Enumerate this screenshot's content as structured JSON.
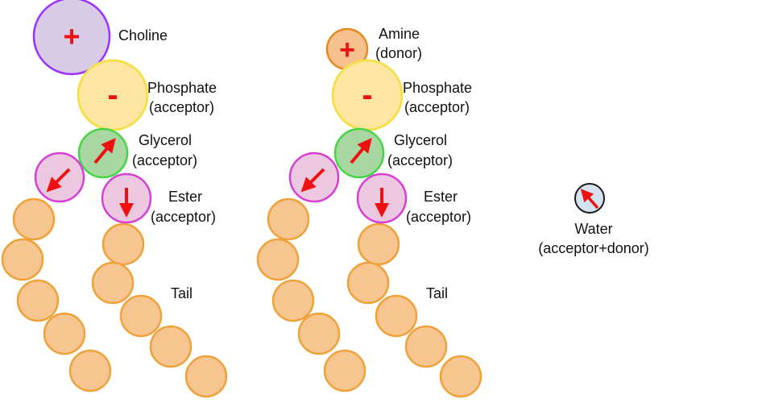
{
  "colors": {
    "choline_fill": "#d7cbe8",
    "choline_stroke": "#9b30ff",
    "amine_fill": "#f6c08f",
    "amine_stroke": "#e58a1f",
    "phosphate_fill": "#fde6a2",
    "phosphate_stroke": "#f4e04d",
    "glycerol_fill": "#a8d7a1",
    "glycerol_stroke": "#44d644",
    "ester_fill": "#ecc8e0",
    "ester_stroke": "#d63fd6",
    "tail_fill": "#f7c590",
    "tail_stroke": "#eda23a",
    "water_fill": "#d5e2f0",
    "water_stroke": "#1a1a1a",
    "charge": "#ee1111",
    "arrow": "#ee1111"
  },
  "left": {
    "choline": "Choline",
    "phosphate": [
      "Phosphate",
      "(acceptor)"
    ],
    "glycerol": [
      "Glycerol",
      "(acceptor)"
    ],
    "ester": [
      "Ester",
      "(acceptor)"
    ],
    "tail": "Tail",
    "plus": "+",
    "minus": "-"
  },
  "right": {
    "amine": [
      "Amine",
      "(donor)"
    ],
    "phosphate": [
      "Phosphate",
      "(acceptor)"
    ],
    "glycerol": [
      "Glycerol",
      "(acceptor)"
    ],
    "ester": [
      "Ester",
      "(acceptor)"
    ],
    "tail": "Tail",
    "plus": "+",
    "minus": "-"
  },
  "water": [
    "Water",
    "(acceptor+donor)"
  ]
}
